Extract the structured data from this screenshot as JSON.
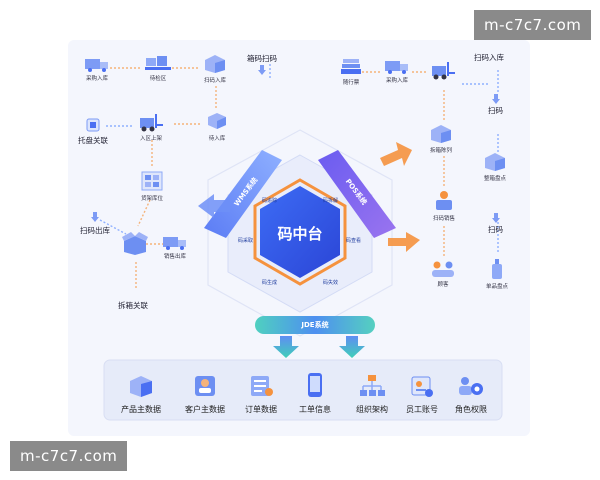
{
  "watermarks": {
    "top_right": "m-c7c7.com",
    "bottom_left": "m-c7c7.com"
  },
  "center": {
    "title": "码中台"
  },
  "systems": {
    "wms": "WMS系统",
    "pos": "POS系统",
    "jde": "JDE系统"
  },
  "chips": {
    "top_left": "码追踪",
    "top_right": "码拆解",
    "mid_left": "码采取",
    "mid_right": "码查看",
    "bot_left": "码生成",
    "bot_right": "码失效"
  },
  "left": {
    "purchase_in": "采购入库",
    "pending_area": "待检区",
    "scan_in": "扫码入库",
    "box_scan": "箱码扫码",
    "pallet_link": "托盘关联",
    "in_shelf": "入区上架",
    "pending_in": "待入库",
    "locate": "货架库位",
    "scan_out": "扫码出库",
    "sale_out": "销售出库",
    "unbox_link": "拆箱关联"
  },
  "right": {
    "receipt": "随行票",
    "purchase_in": "采购入库",
    "scan_in_label": "扫码入库",
    "scan_a": "扫码",
    "unbox_display": "拆箱陈列",
    "full_box_check": "整箱盘点",
    "scan_sale": "扫码销售",
    "scan_b": "扫码",
    "customer": "顾客",
    "single_check": "单品盘点"
  },
  "bottom": [
    {
      "label": "产品主数据",
      "icon": "boxes-icon"
    },
    {
      "label": "客户主数据",
      "icon": "customer-icon"
    },
    {
      "label": "订单数据",
      "icon": "order-icon"
    },
    {
      "label": "工单信息",
      "icon": "phone-icon"
    },
    {
      "label": "组织架构",
      "icon": "org-chart-icon"
    },
    {
      "label": "员工账号",
      "icon": "id-card-icon"
    },
    {
      "label": "角色权限",
      "icon": "people-gear-icon"
    }
  ],
  "colors": {
    "blue": "#4a6ff2",
    "purple": "#7b5cf0",
    "orange": "#f5923e",
    "teal": "#36c9b6",
    "hex_blue": "#3a57e8"
  }
}
